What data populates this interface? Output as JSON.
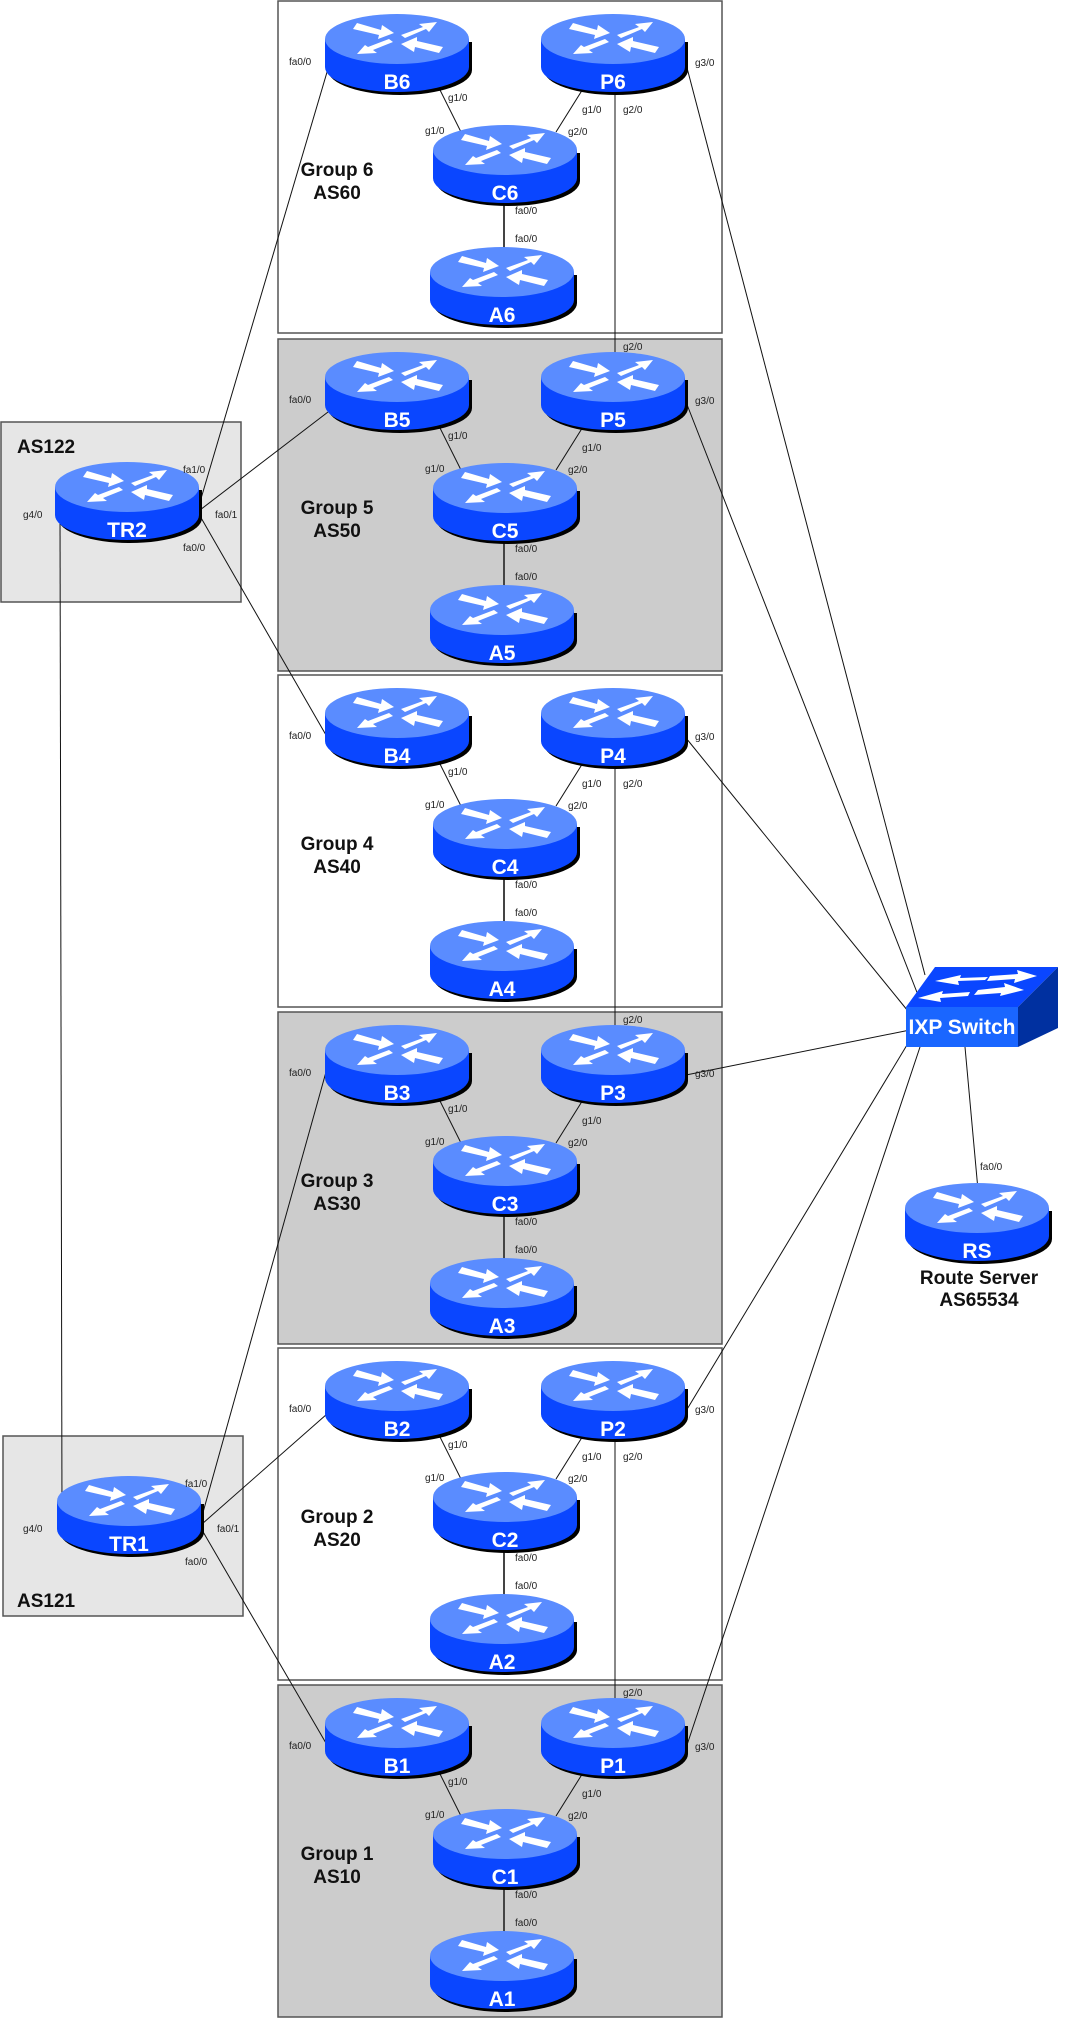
{
  "groups": [
    {
      "title": "Group 6",
      "as": "AS60",
      "routers": {
        "B": "B6",
        "P": "P6",
        "C": "C6",
        "A": "A6"
      },
      "shaded": false,
      "p_uplink": "down"
    },
    {
      "title": "Group 5",
      "as": "AS50",
      "routers": {
        "B": "B5",
        "P": "P5",
        "C": "C5",
        "A": "A5"
      },
      "shaded": true,
      "p_uplink": "up"
    },
    {
      "title": "Group 4",
      "as": "AS40",
      "routers": {
        "B": "B4",
        "P": "P4",
        "C": "C4",
        "A": "A4"
      },
      "shaded": false,
      "p_uplink": "down"
    },
    {
      "title": "Group 3",
      "as": "AS30",
      "routers": {
        "B": "B3",
        "P": "P3",
        "C": "C3",
        "A": "A3"
      },
      "shaded": true,
      "p_uplink": "up"
    },
    {
      "title": "Group 2",
      "as": "AS20",
      "routers": {
        "B": "B2",
        "P": "P2",
        "C": "C2",
        "A": "A2"
      },
      "shaded": false,
      "p_uplink": "down"
    },
    {
      "title": "Group 1",
      "as": "AS10",
      "routers": {
        "B": "B1",
        "P": "P1",
        "C": "C1",
        "A": "A1"
      },
      "shaded": true,
      "p_uplink": "up"
    }
  ],
  "group_interfaces": {
    "b_ext": "fa0/0",
    "b_c": "g1/0",
    "c_b": "g1/0",
    "p_c": "g1/0",
    "c_p": "g2/0",
    "p_p": "g2/0",
    "p_ixp": "g3/0",
    "c_a": "fa0/0",
    "a_c": "fa0/0"
  },
  "transit": [
    {
      "as": "AS122",
      "router": "TR2",
      "interfaces": {
        "fa1_0": "fa1/0",
        "fa0_1": "fa0/1",
        "fa0_0": "fa0/0",
        "g4_0": "g4/0"
      }
    },
    {
      "as": "AS121",
      "router": "TR1",
      "interfaces": {
        "fa1_0": "fa1/0",
        "fa0_1": "fa0/1",
        "fa0_0": "fa0/0",
        "g4_0": "g4/0"
      }
    }
  ],
  "ixp": {
    "switch_label": "IXP Switch"
  },
  "route_server": {
    "router": "RS",
    "interface": "fa0/0",
    "title": "Route Server",
    "as": "AS65534"
  },
  "colors": {
    "router_top": "#5a8cff",
    "router_body": "#0a46ff",
    "group_shaded": "#cccccc",
    "transit_bg": "#e6e6e6",
    "switch_front": "#1a66ff",
    "switch_side": "#0030a0",
    "switch_top": "#0a46ff"
  }
}
